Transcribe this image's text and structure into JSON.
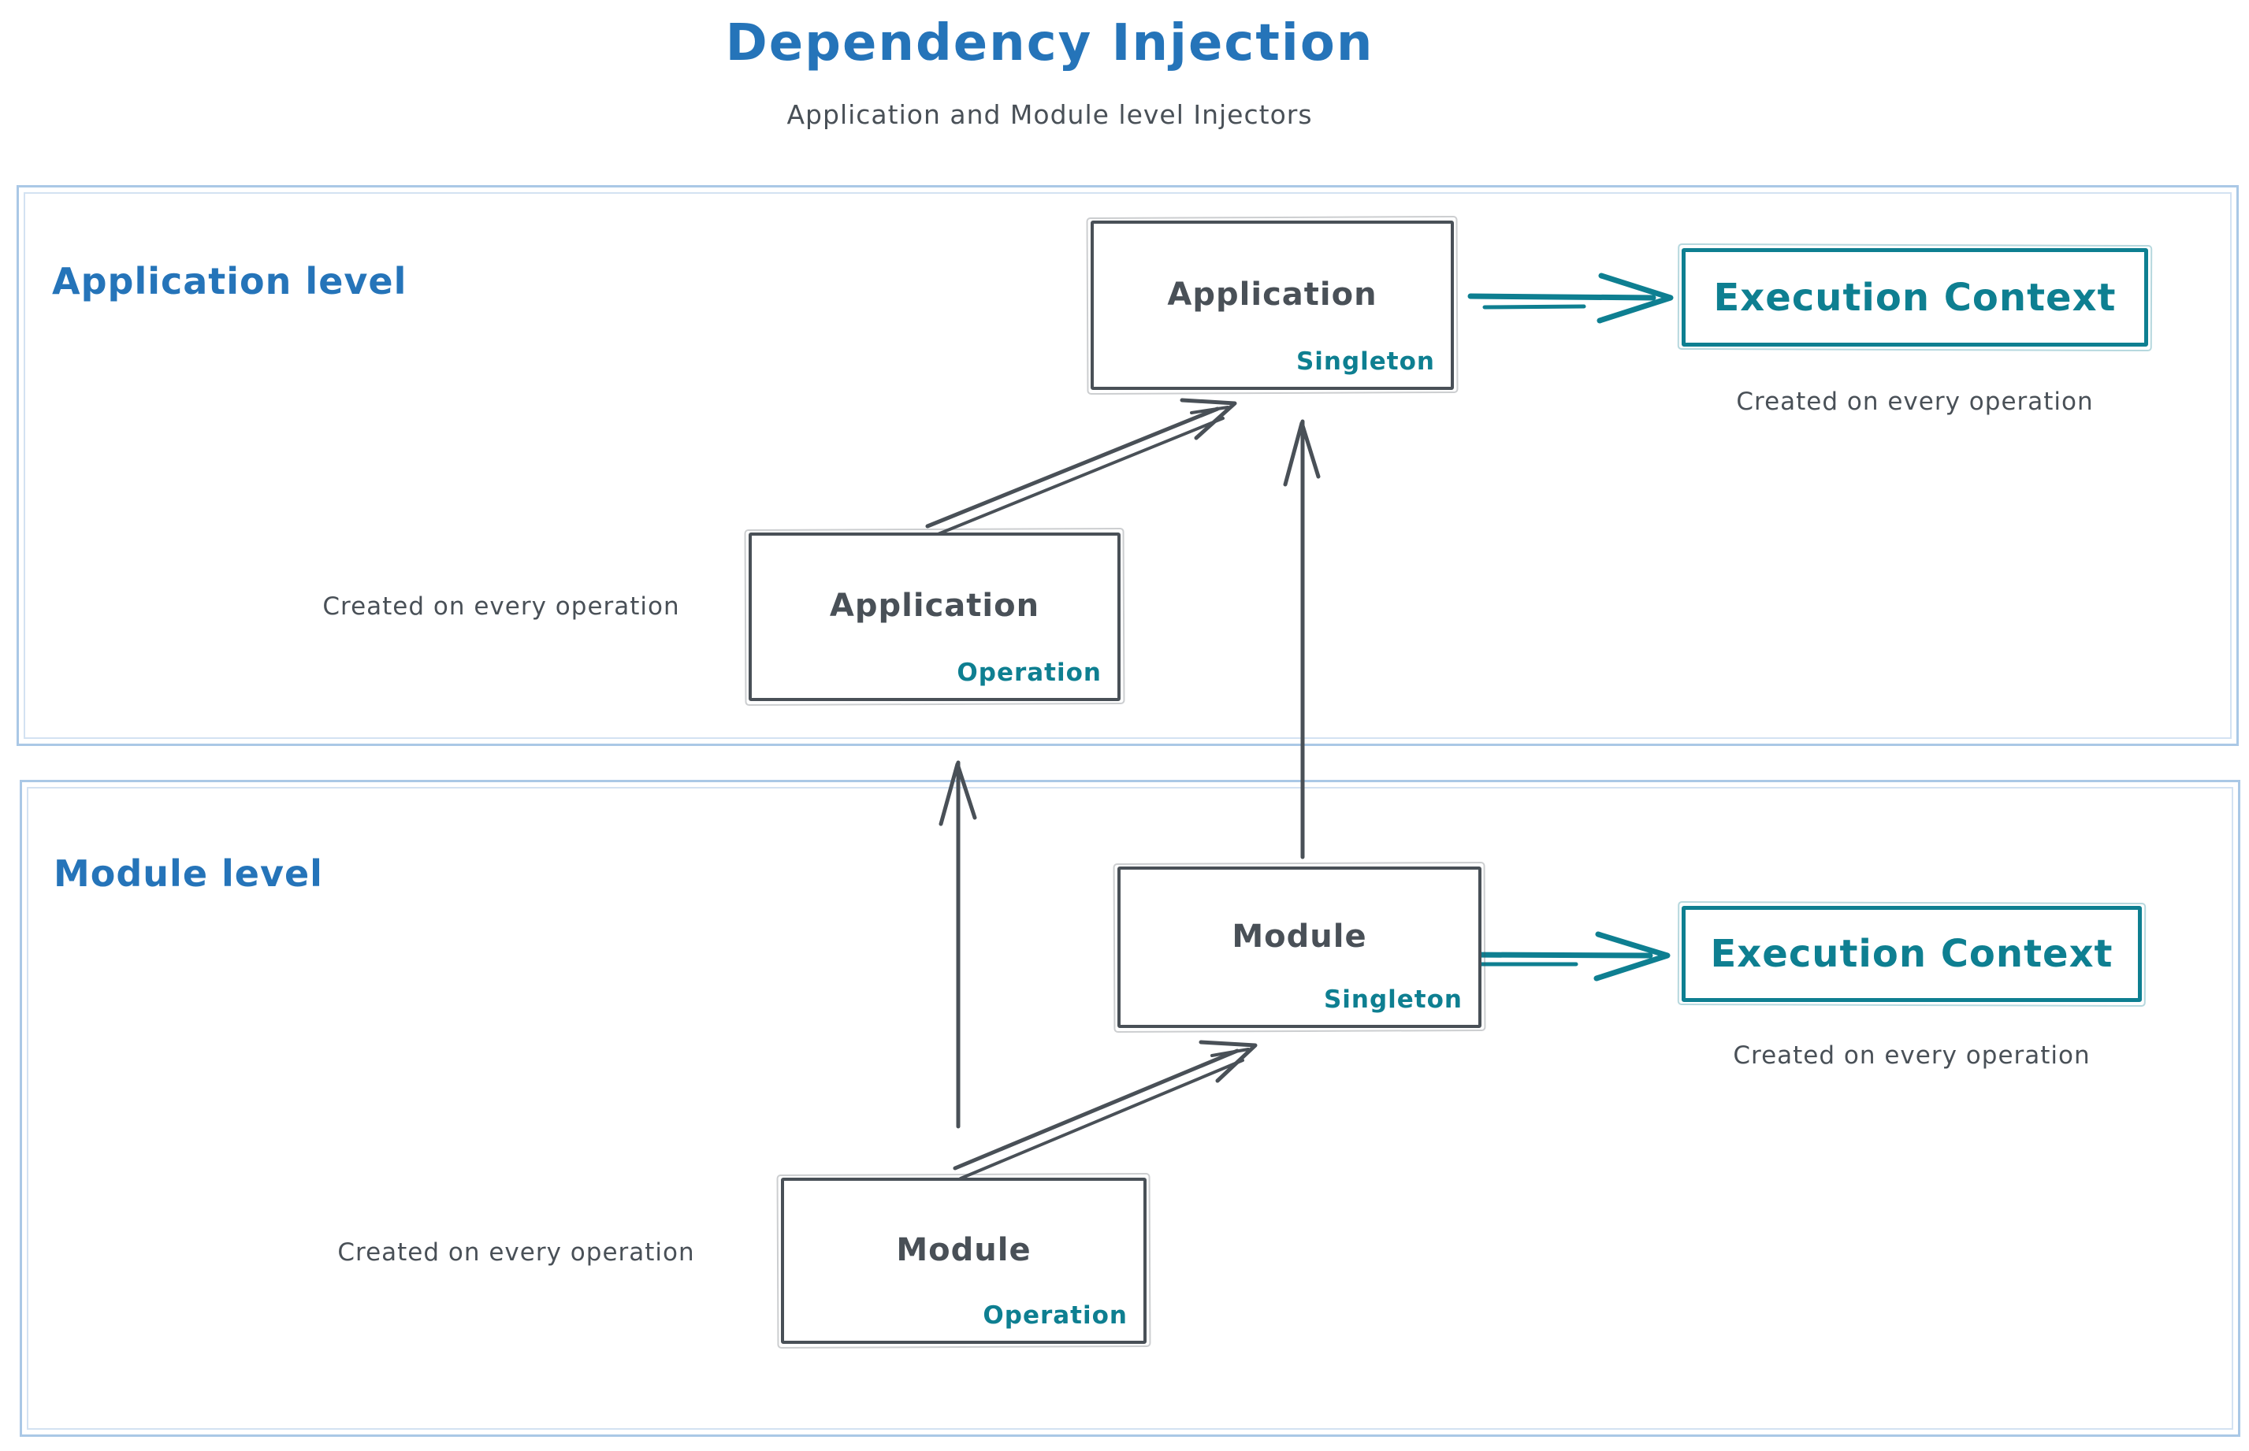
{
  "header": {
    "title": "Dependency Injection",
    "subtitle": "Application and Module level Injectors"
  },
  "colors": {
    "blue": "#2574b9",
    "teal": "#0e7f91",
    "dark": "#495057",
    "container": "#aac8e6"
  },
  "application_level": {
    "label": "Application level",
    "singleton_box": {
      "title": "Application",
      "tag": "Singleton"
    },
    "operation_box": {
      "title": "Application",
      "tag": "Operation"
    },
    "execution_context": {
      "label": "Execution Context"
    },
    "execution_note": "Created on every operation",
    "operation_note": "Created on every operation"
  },
  "module_level": {
    "label": "Module level",
    "singleton_box": {
      "title": "Module",
      "tag": "Singleton"
    },
    "operation_box": {
      "title": "Module",
      "tag": "Operation"
    },
    "execution_context": {
      "label": "Execution Context"
    },
    "execution_note": "Created on every operation",
    "operation_note": "Created on every operation"
  }
}
